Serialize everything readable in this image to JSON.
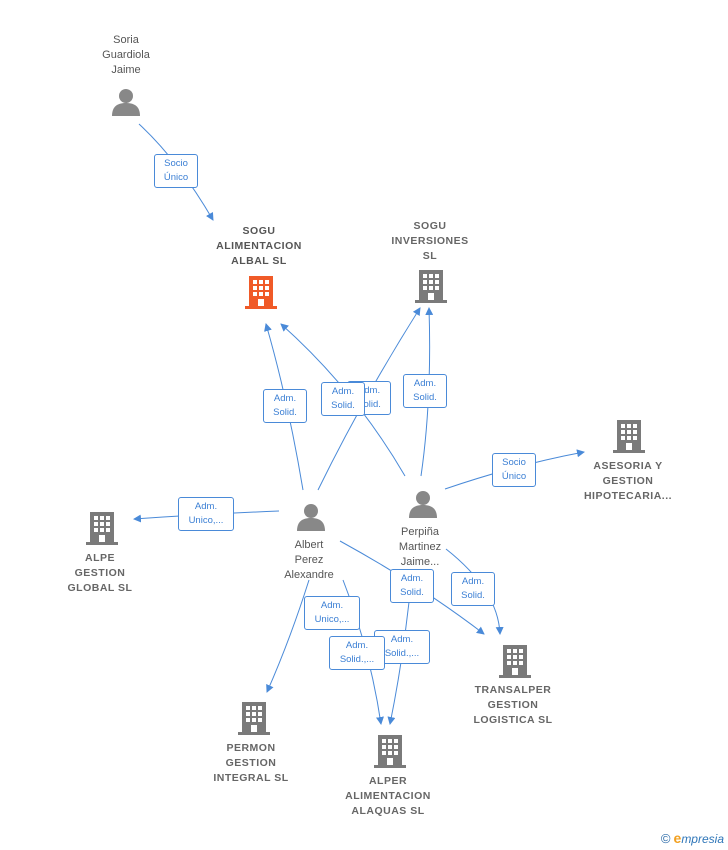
{
  "colors": {
    "edge": "#4a8ad8",
    "person": "#888888",
    "company": "#7a7a7a",
    "highlight": "#f05a28"
  },
  "people": [
    {
      "id": "soria",
      "label": "Soria\nGuardiola\nJaime",
      "icon": "person-icon"
    },
    {
      "id": "albert",
      "label": "Albert\nPerez\nAlexandre",
      "icon": "person-icon"
    },
    {
      "id": "perpina",
      "label": "Perpiña\nMartinez\nJaime...",
      "icon": "person-icon"
    }
  ],
  "companies": [
    {
      "id": "sogu-alim",
      "label": "SOGU\nALIMENTACION\nALBAL  SL",
      "icon": "building-icon",
      "highlight": true
    },
    {
      "id": "sogu-inv",
      "label": "SOGU\nINVERSIONES\nSL",
      "icon": "building-icon"
    },
    {
      "id": "asesoria",
      "label": "ASESORIA Y\nGESTION\nHIPOTECARIA...",
      "icon": "building-icon"
    },
    {
      "id": "alpe",
      "label": "ALPE\nGESTION\nGLOBAL  SL",
      "icon": "building-icon"
    },
    {
      "id": "transalper",
      "label": "TRANSALPER\nGESTION\nLOGISTICA  SL",
      "icon": "building-icon"
    },
    {
      "id": "permon",
      "label": "PERMON\nGESTION\nINTEGRAL  SL",
      "icon": "building-icon"
    },
    {
      "id": "alper",
      "label": "ALPER\nALIMENTACION\nALAQUAS  SL",
      "icon": "building-icon"
    }
  ],
  "edge_labels": [
    "Socio\nÚnico",
    "Adm.\nSolid.",
    "Adm.\nSolid.",
    "Adm.\nSolid.",
    "Adm.\nSolid.",
    "Socio\nÚnico",
    "Adm.\nUnico,...",
    "Adm.\nSolid.",
    "Adm.\nSolid.",
    "Adm.\nUnico,...",
    "Adm.\nSolid.,...",
    "Adm.\nSolid.,..."
  ],
  "footer": {
    "copyright": "©",
    "brand_e": "e",
    "brand_rest": "mpresia"
  }
}
